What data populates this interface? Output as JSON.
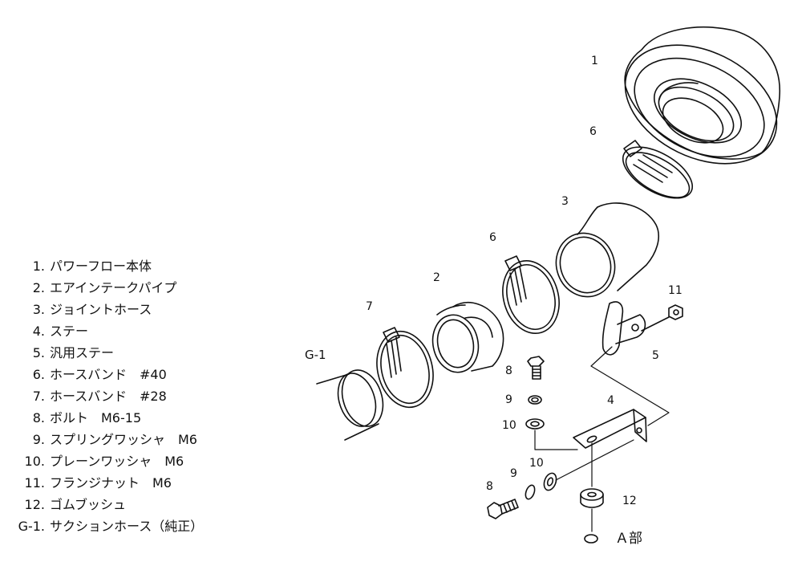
{
  "parts_list": [
    {
      "no": "1.",
      "name": "パワーフロー本体"
    },
    {
      "no": "2.",
      "name": "エアインテークパイプ"
    },
    {
      "no": "3.",
      "name": "ジョイントホース"
    },
    {
      "no": "4.",
      "name": "ステー"
    },
    {
      "no": "5.",
      "name": "汎用ステー"
    },
    {
      "no": "6.",
      "name": "ホースバンド　#40"
    },
    {
      "no": "7.",
      "name": "ホースバンド　#28"
    },
    {
      "no": "8.",
      "name": "ボルト　M6-15"
    },
    {
      "no": "9.",
      "name": "スプリングワッシャ　M6"
    },
    {
      "no": "10.",
      "name": "プレーンワッシャ　M6"
    },
    {
      "no": "11.",
      "name": "フランジナット　M6"
    },
    {
      "no": "12.",
      "name": "ゴムブッシュ"
    },
    {
      "no": "G-1.",
      "name": "サクションホース（純正）"
    }
  ],
  "callouts": {
    "c1": "1",
    "c6a": "6",
    "c3": "3",
    "c6b": "6",
    "c2": "2",
    "c7": "7",
    "c11": "11",
    "c5": "5",
    "cg1": "G-1",
    "c8a": "8",
    "c9a": "9",
    "c10a": "10",
    "c4": "4",
    "c10b": "10",
    "c9b": "9",
    "c8b": "8",
    "c12": "12",
    "ca": "Ａ部"
  }
}
